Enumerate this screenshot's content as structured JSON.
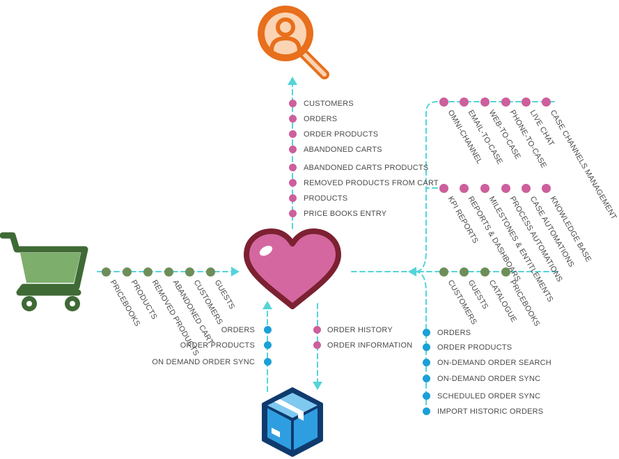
{
  "colors": {
    "connector": "#55d4d8",
    "pink_dot": "#cc5f9c",
    "green_dot": "#6e8e59",
    "blue_dot": "#1aa0d8",
    "heart_fill": "#d4679f",
    "heart_stroke": "#7c2132",
    "search_orange": "#e86f1c",
    "cart_green": "#3f6a35",
    "box_blue": "#2f9ee0",
    "box_navy": "#0f3a6e"
  },
  "icons": {
    "customer_search": "user-search-icon",
    "cart": "shopping-cart-icon",
    "center": "heart-icon",
    "orders_box": "package-box-icon"
  },
  "top_list": [
    "Customers",
    "Orders",
    "Order Products",
    "Abandoned Carts",
    "Abandoned Carts Products",
    "Removed Products From Cart",
    "Products",
    "Price Books Entry"
  ],
  "left_list": [
    "Pricebooks",
    "Products",
    "Removed Products",
    "Abandoned Cart",
    "Customers",
    "Guests"
  ],
  "right_row1": [
    "Omni-Channel",
    "Email-to-Case",
    "Web-to-Case",
    "Phone-to-Case",
    "Live Chat",
    "Case Channels Management"
  ],
  "right_row2": [
    "KPI Reports",
    "Reports & Dashboars",
    "Milestones & Entitlements",
    "Process Automations",
    "Case Automations",
    "Knowledge Base"
  ],
  "right_row3": [
    "Customers",
    "Guests",
    "Catalogue",
    "Pricebooks"
  ],
  "bottom_left_list": [
    "Orders",
    "Order Products",
    "On Demand Order Sync"
  ],
  "bottom_center_list": [
    "Order History",
    "Order Information"
  ],
  "bottom_right_list": [
    "Orders",
    "Order Products",
    "On-Demand Order Search",
    "On-Demand Order Sync",
    "Scheduled Order Sync",
    "Import Historic Orders"
  ]
}
